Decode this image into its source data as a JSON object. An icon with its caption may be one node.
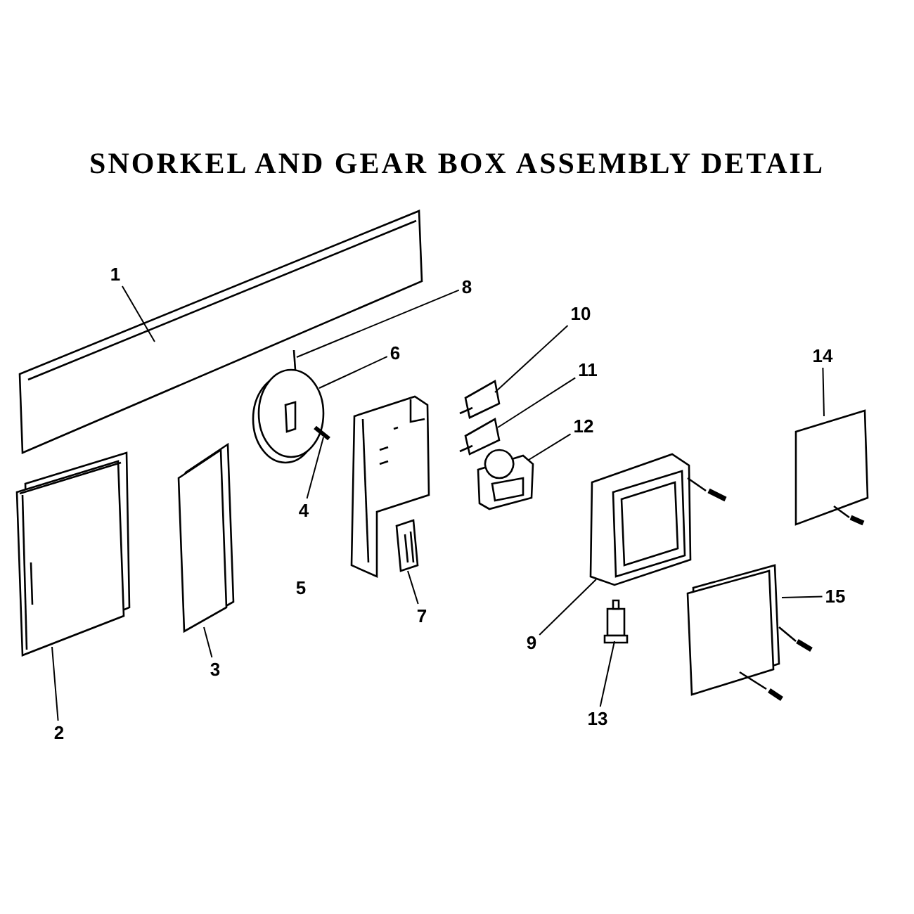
{
  "diagram": {
    "title": "SNORKEL AND GEAR BOX ASSEMBLY DETAIL",
    "nodes": [
      {
        "text": [
          "1"
        ]
      },
      {
        "text": [
          "2"
        ]
      },
      {
        "text": [
          "3"
        ]
      },
      {
        "text": [
          "4"
        ]
      },
      {
        "text": [
          "6"
        ]
      },
      {
        "text": [
          "7"
        ]
      },
      {
        "text": [
          "8"
        ]
      },
      {
        "text": [
          "9"
        ]
      },
      {
        "text": [
          "10"
        ]
      },
      {
        "text": [
          "11"
        ]
      },
      {
        "text": [
          "12"
        ]
      },
      {
        "text": [
          "13"
        ]
      },
      {
        "text": [
          "14"
        ]
      },
      {
        "text": [
          "15"
        ]
      },
      {
        "text": [],
        "shape": "picture"
      },
      {
        "text": [],
        "shape": "picture"
      },
      {
        "text": [],
        "shape": "picture"
      },
      {
        "text": [],
        "shape": "picture"
      },
      {
        "text": [],
        "shape": "picture"
      },
      {
        "text": [],
        "shape": "picture"
      },
      {
        "text": [],
        "shape": "picture"
      },
      {
        "text": [],
        "shape": "picture"
      },
      {
        "text": [],
        "shape": "picture"
      },
      {
        "text": [],
        "shape": "picture"
      },
      {
        "text": [],
        "shape": "picture"
      },
      {
        "text": [],
        "shape": "picture"
      },
      {
        "text": [],
        "shape": "picture"
      },
      {
        "text": [],
        "shape": "picture"
      },
      {
        "text": [],
        "shape": "picture"
      }
    ],
    "edges": [
      {
        "from": 0,
        "to": 14,
        "arrow": "none"
      },
      {
        "from": 1,
        "to": 15,
        "arrow": "none"
      },
      {
        "from": 2,
        "to": 16,
        "arrow": "none"
      },
      {
        "from": 3,
        "to": 19,
        "arrow": "none"
      },
      {
        "from": 4,
        "to": 17,
        "arrow": "none"
      },
      {
        "from": 5,
        "to": 20,
        "arrow": "none"
      },
      {
        "from": 6,
        "to": 18,
        "arrow": "none"
      },
      {
        "from": 7,
        "to": 24,
        "arrow": "none"
      },
      {
        "from": 8,
        "to": 21,
        "arrow": "none"
      },
      {
        "from": 9,
        "to": 22,
        "arrow": "none"
      },
      {
        "from": 10,
        "to": 23,
        "arrow": "none"
      },
      {
        "from": 11,
        "to": 25,
        "arrow": "none"
      },
      {
        "from": 12,
        "to": 27,
        "arrow": "none"
      },
      {
        "from": 13,
        "to": 26,
        "arrow": "none"
      }
    ],
    "labels": [
      "5"
    ]
  }
}
